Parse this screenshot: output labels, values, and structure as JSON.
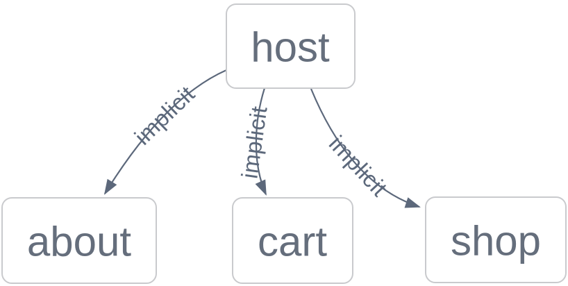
{
  "diagram": {
    "type": "dependency-graph",
    "background": "#ffffff",
    "node_fill": "#ffffff",
    "node_border_color": "#c9cacd",
    "node_text_color": "#656e7c",
    "edge_color": "#5c687b",
    "arrow_color": "#5c687b",
    "edge_label_color": "#5c687b",
    "nodes": [
      {
        "id": "host",
        "label": "host"
      },
      {
        "id": "about",
        "label": "about"
      },
      {
        "id": "cart",
        "label": "cart"
      },
      {
        "id": "shop",
        "label": "shop"
      }
    ],
    "edges": [
      {
        "from": "host",
        "to": "about",
        "label": "implicit"
      },
      {
        "from": "host",
        "to": "cart",
        "label": "implicit"
      },
      {
        "from": "host",
        "to": "shop",
        "label": "implicit"
      }
    ]
  }
}
